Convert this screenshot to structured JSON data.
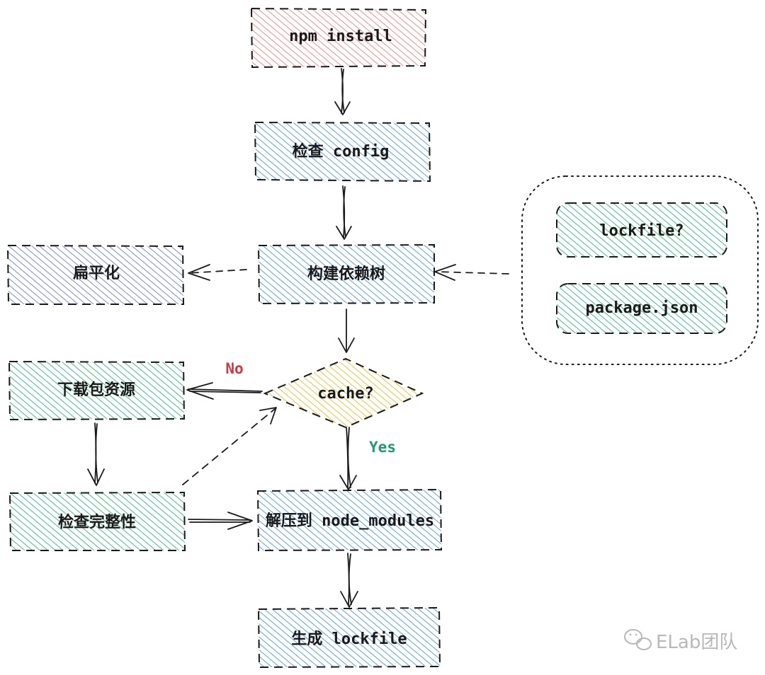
{
  "colors": {
    "red": "#f08c8c",
    "blue": "#5aa0e6",
    "purple": "#7a88e0",
    "green": "#3fbf86",
    "yellow": "#f2bf3a",
    "stroke": "#1a1a1a",
    "no_label": "#d0383a",
    "yes_label": "#1e9a6e",
    "watermark": "#b8b8b8"
  },
  "nodes": {
    "npm_install": "npm install",
    "check_config": "检查 config",
    "build_tree": "构建依赖树",
    "flatten": "扁平化",
    "cache": "cache?",
    "download": "下载包资源",
    "integrity": "检查完整性",
    "extract": "解压到 node_modules",
    "gen_lockfile": "生成 lockfile",
    "lockfile_q": "lockfile?",
    "package_json": "package.json"
  },
  "edge_labels": {
    "no": "No",
    "yes": "Yes"
  },
  "watermark": {
    "text": "ELab团队",
    "icon": "wechat-icon"
  }
}
